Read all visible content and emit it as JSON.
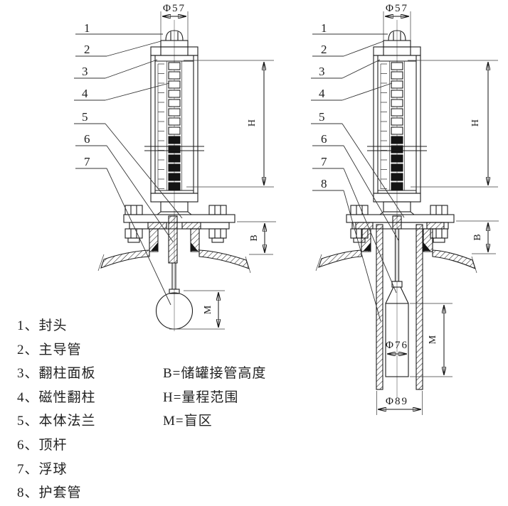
{
  "left_view": {
    "callouts": [
      "1",
      "2",
      "3",
      "4",
      "5",
      "6",
      "7"
    ],
    "dims": {
      "top_diameter": "Φ57",
      "range": "H",
      "nozzle_height": "B",
      "blind_zone": "M"
    }
  },
  "right_view": {
    "callouts": [
      "1",
      "2",
      "3",
      "4",
      "5",
      "6",
      "7",
      "8"
    ],
    "dims": {
      "top_diameter": "Φ57",
      "range": "H",
      "nozzle_height": "B",
      "blind_zone": "M",
      "float_diameter": "Φ76",
      "sleeve_diameter": "Φ89"
    }
  },
  "legend": {
    "parts": [
      {
        "num": "1、",
        "name": "封头"
      },
      {
        "num": "2、",
        "name": "主导管"
      },
      {
        "num": "3、",
        "name": "翻柱面板"
      },
      {
        "num": "4、",
        "name": "磁性翻柱"
      },
      {
        "num": "5、",
        "name": "本体法兰"
      },
      {
        "num": "6、",
        "name": "顶杆"
      },
      {
        "num": "7、",
        "name": "浮球"
      },
      {
        "num": "8、",
        "name": "护套管"
      }
    ],
    "notes": [
      "B=储罐接管高度",
      "H=量程范围",
      "M=盲区"
    ]
  }
}
